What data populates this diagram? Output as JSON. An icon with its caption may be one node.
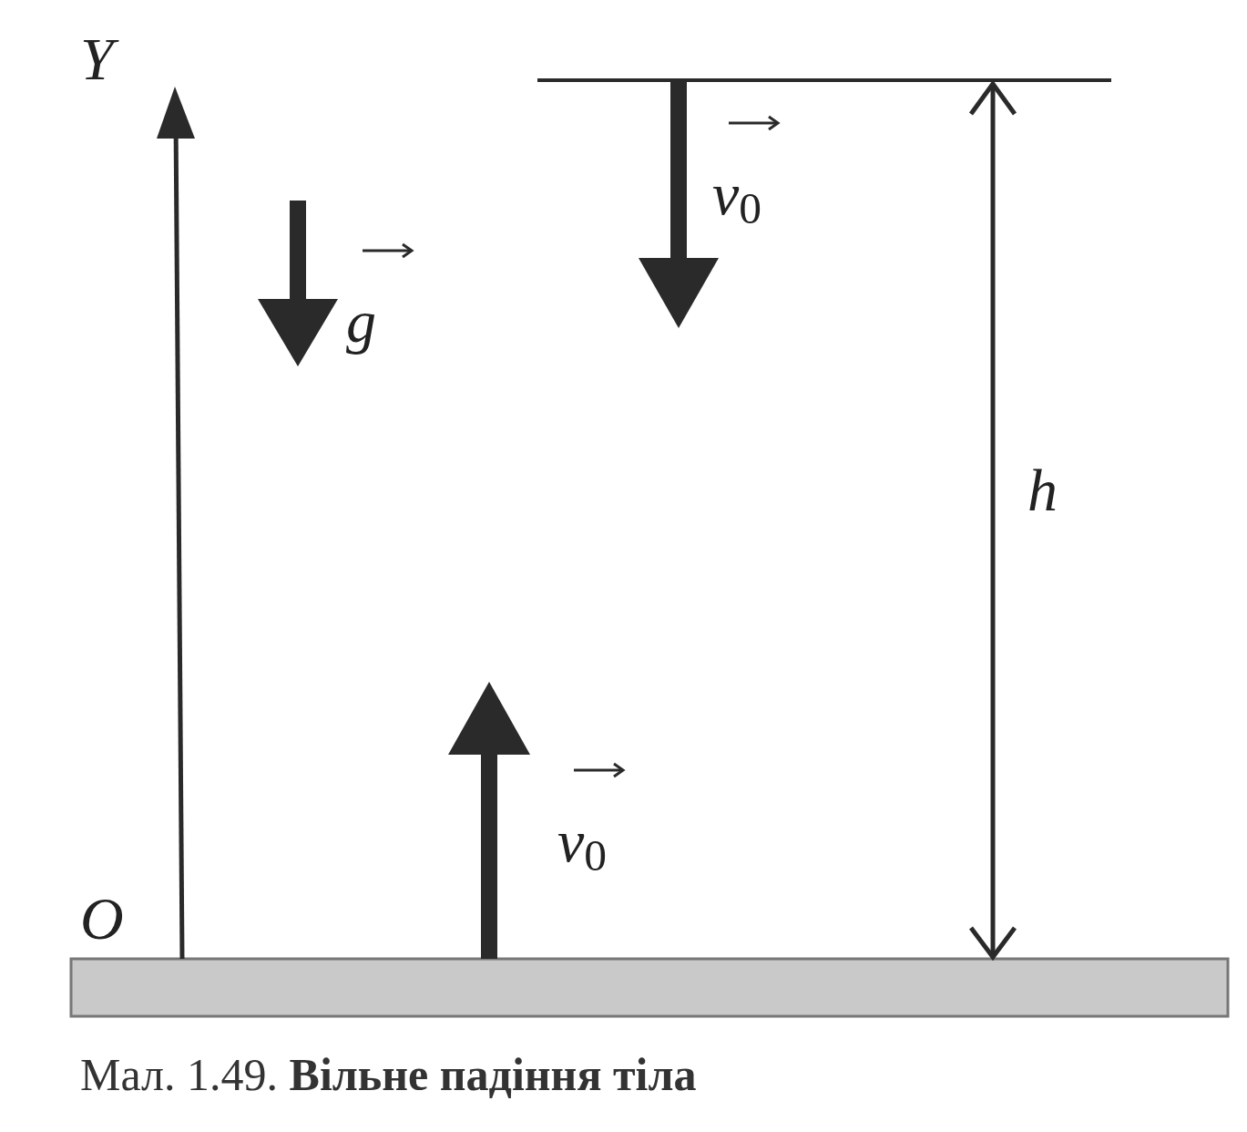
{
  "diagram": {
    "caption": "Мал. 1.49. **Вільне падіння тіла**",
    "labels": [
      "Y",
      "v$_{0}$",
      "g",
      "h",
      "v$_{0}$",
      "O"
    ]
  }
}
